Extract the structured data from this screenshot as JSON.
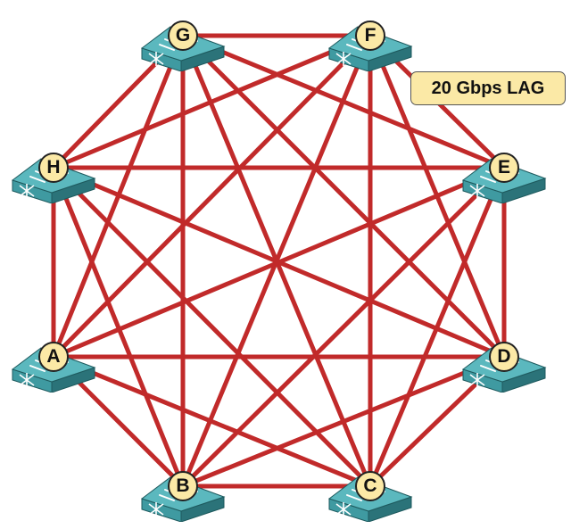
{
  "callout": {
    "text": "20 Gbps LAG"
  },
  "colors": {
    "link": "#c12a2a",
    "switch_top": "#5bb8be",
    "switch_side_light": "#3f9aa1",
    "switch_side_dark": "#2b7379",
    "label_fill": "#fbe9a6"
  },
  "switches": [
    {
      "id": "G",
      "label": "G",
      "icon": "multilayer-switch-icon"
    },
    {
      "id": "F",
      "label": "F",
      "icon": "multilayer-switch-icon"
    },
    {
      "id": "H",
      "label": "H",
      "icon": "multilayer-switch-icon"
    },
    {
      "id": "E",
      "label": "E",
      "icon": "multilayer-switch-icon"
    },
    {
      "id": "A",
      "label": "A",
      "icon": "multilayer-switch-icon"
    },
    {
      "id": "D",
      "label": "D",
      "icon": "multilayer-switch-icon"
    },
    {
      "id": "B",
      "label": "B",
      "icon": "multilayer-switch-icon"
    },
    {
      "id": "C",
      "label": "C",
      "icon": "multilayer-switch-icon"
    }
  ],
  "topology": "full-mesh"
}
